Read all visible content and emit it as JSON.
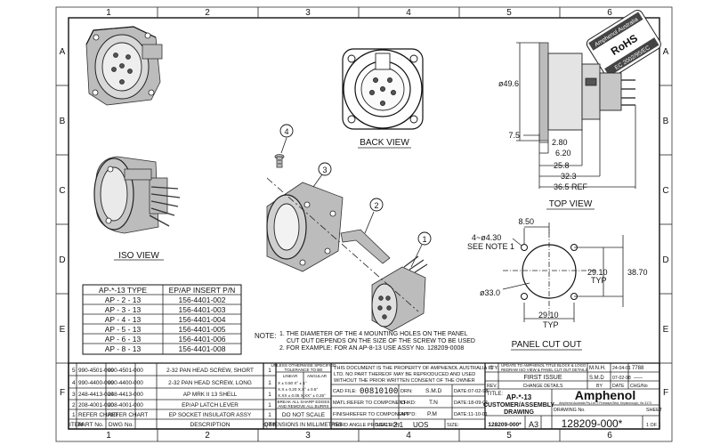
{
  "zones": {
    "columns": [
      "1",
      "2",
      "3",
      "4",
      "5",
      "6"
    ],
    "rows": [
      "A",
      "B",
      "C",
      "D",
      "E",
      "F"
    ]
  },
  "rohs": {
    "top": "Amphenol Australia",
    "mid": "RoHS",
    "bottom": "EC 2002/95/EC"
  },
  "views": {
    "back": "BACK VIEW",
    "iso": "ISO VIEW",
    "top": "TOP VIEW",
    "panel": "PANEL CUT OUT"
  },
  "balloons": [
    "1",
    "2",
    "3",
    "4"
  ],
  "top_view_dims": {
    "dia": "ø49.6",
    "d1": "7.5",
    "d2": "2.80",
    "d3": "6.20",
    "d4": "25.8",
    "d5": "32.3",
    "d6": "36.5 REF"
  },
  "panel_dims": {
    "top": "8.50",
    "holes": "4~ø4.30",
    "see_note": "SEE NOTE 1",
    "inner_w": "29.10",
    "inner_w_typ": "TYP",
    "outer_h": "38.70",
    "bottom": "29.10",
    "bottom_typ": "TYP",
    "dia": "ø33.0"
  },
  "type_table": {
    "headers": [
      "AP-*-13 TYPE",
      "EP/AP INSERT P/N"
    ],
    "rows": [
      [
        "AP - 2 - 13",
        "156-4401-002"
      ],
      [
        "AP - 3 - 13",
        "156-4401-003"
      ],
      [
        "AP - 4 - 13",
        "156-4401-004"
      ],
      [
        "AP - 5 - 13",
        "156-4401-005"
      ],
      [
        "AP - 6 - 13",
        "156-4401-006"
      ],
      [
        "AP - 8 - 13",
        "156-4401-008"
      ]
    ]
  },
  "note": {
    "label": "NOTE:",
    "lines": [
      "1. THE DIAMETER OF THE 4 MOUNTING HOLES ON THE PANEL",
      "CUT OUT DEPENDS ON THE SIZE OF THE SCREW TO BE USED",
      "2. FOR EXAMPLE: FOR AN AP-8-13 USE ASSY No. 128209-0008"
    ]
  },
  "bom": {
    "rows": [
      {
        "item": "5",
        "part": "990-4501-000",
        "dwg": "990-4501-000",
        "desc": "2-32 PAN HEAD SCREW, SHORT",
        "qty": "1"
      },
      {
        "item": "4",
        "part": "990-4400-000",
        "dwg": "990-4400-000",
        "desc": "2-32 PAN HEAD SCREW, LONG",
        "qty": "1"
      },
      {
        "item": "3",
        "part": "248-4413-000",
        "dwg": "248-4413-000",
        "desc": "AP MRK II 13 SHELL",
        "qty": "1"
      },
      {
        "item": "2",
        "part": "208-4001-000",
        "dwg": "208-4001-000",
        "desc": "EP/AP LATCH LEVER",
        "qty": "1"
      },
      {
        "item": "1",
        "part": "REFER CHART",
        "dwg": "REFER CHART",
        "desc": "EP SOCKET INSULATOR ASSY",
        "qty": "1"
      }
    ],
    "headers": {
      "item": "ITEM",
      "part": "PART No.",
      "dwg": "DWG No.",
      "desc": "DESCRIPTION",
      "qty": "QTY"
    }
  },
  "title_block": {
    "tol1": "UNLESS OTHERWISE SPECIFIED",
    "tol2": "TOLERANCE TO BE",
    "tol_lin": "LINEAR",
    "tol_ang": "ANGULAR",
    "tol_r1": "X ± 0.50   X° ± 1°",
    "tol_r2": "X.X ± 0.20  X.X° ± 0.5°",
    "tol_r3": "X.XX ± 0.05 X.XX° ± 0.25°",
    "edges1": "BREAK ALL SHARP EDGES",
    "edges2": "AND REMOVE ALL BURRS",
    "noscale": "DO NOT SCALE",
    "dims": "DIMENSIONS IN MILLIMETRES",
    "prop1": "THIS DOCUMENT IS THE PROPERTY OF AMPHENOL AUSTRALIA PTY.",
    "prop2": "LTD.  NO PART THEREOF MAY BE REPRODUCED AND USED",
    "prop3": "WITHOUT THE PRIOR WRITTEN CONSENT OF THE OWNER",
    "cad_label": "CAD FILE:",
    "cad_value": "00810100",
    "matl_label": "MATL:",
    "matl_value": "REFER TO COMPONENT",
    "finish_label": "FINISH:",
    "finish_value": "REFER TO COMPONENT",
    "drn_label": "DRN:",
    "drn_value": "S.M.D",
    "chkd_label": "CHKD:",
    "chkd_value": "T.N",
    "appd_label": "APP'D:",
    "appd_value": "P.M",
    "date1": "DATE:07-02-98",
    "date2": "DATE:18-09-01",
    "date3": "DATE:11-10-01",
    "scale_label": "SCALE:",
    "scale_value": "2:1",
    "uos": "UOS",
    "size_label": "SIZE:",
    "size_value": "A3",
    "part_no": "128209-000*",
    "title_label": "TITLE:",
    "title1": "AP-*-13",
    "title2": "CUSTOMER/ASSEMBLY",
    "title3": "DRAWING",
    "drawing_no_label": "DRAWING No.",
    "sheet_label": "SHEET",
    "sheet_value": "1 OF 1",
    "drawing_no": "128209-000*",
    "brand": "Amphenol",
    "brand_sub": "Amphenol Australia Pty.Ltd, 2 Fiveways Blvd, Keysborough, Vic 3173",
    "rev_label": "REV.",
    "change_label": "CHANGE DETAILS",
    "by_label": "BY",
    "date_label": "DATE",
    "chg_label": "CHG/No",
    "rev1_no": "1",
    "rev1_desc1": "UPDATE TO AMPHENOL TITLE BLOCK & LOGO",
    "rev1_desc2": "REDRAW ISO VIEW & PANEL CUT OUT DETAILS",
    "rev1_by": "M.N.H.",
    "rev1_date": "24-04-01",
    "rev1_chg": "7788",
    "rev0_desc": "FIRST ISSUE",
    "rev0_by": "S.M.D",
    "rev0_date": "07-02-98",
    "rev0_chg": "-----",
    "third_angle": "THIRD ANGLE PROJECTION"
  }
}
